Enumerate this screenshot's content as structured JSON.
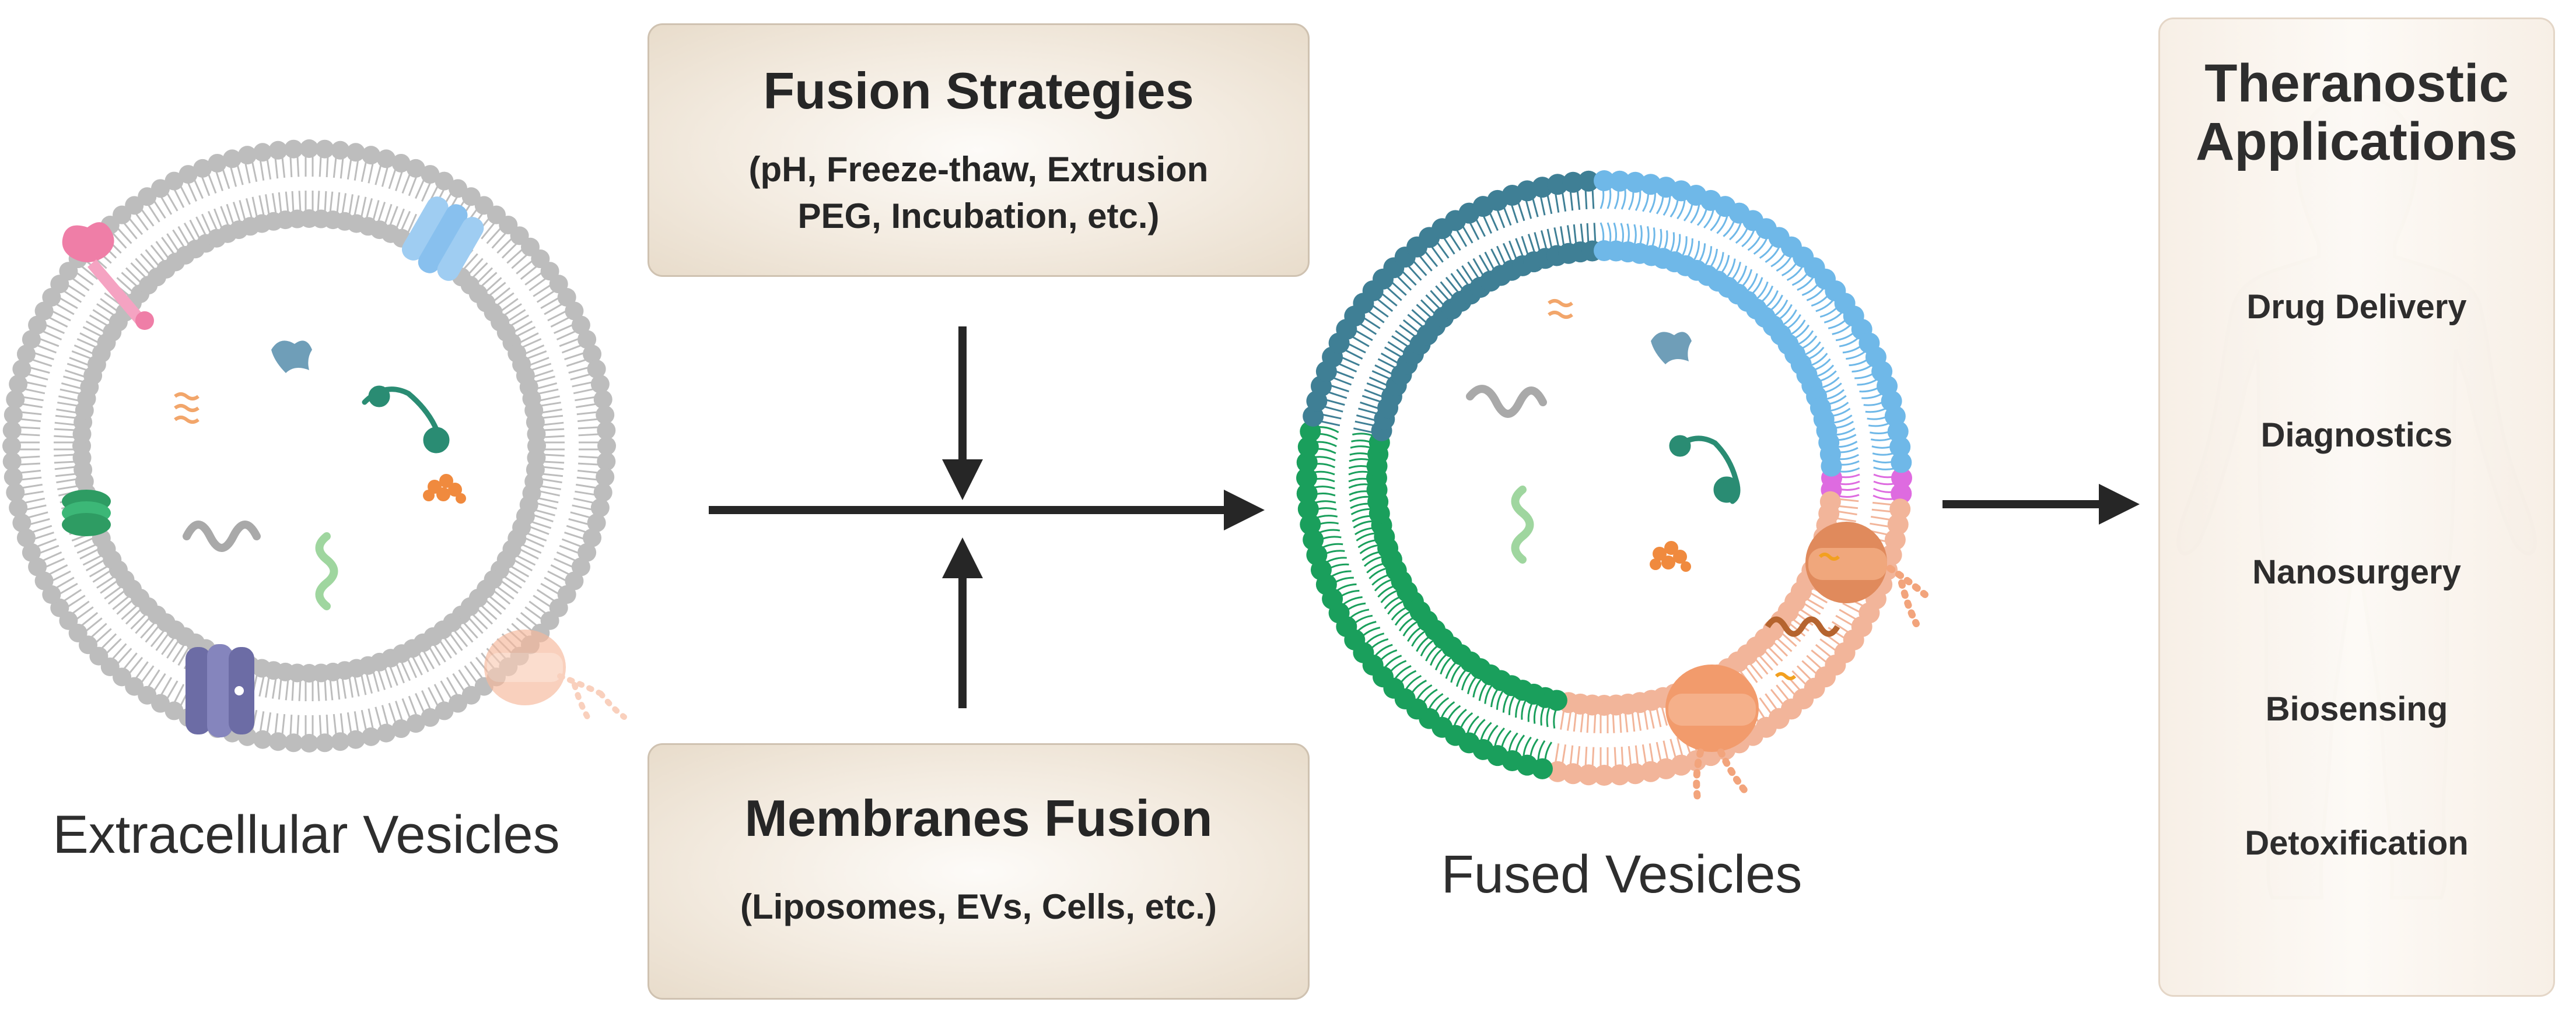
{
  "fusion_strategies": {
    "title": "Fusion Strategies",
    "line1": "(pH, Freeze-thaw, Extrusion",
    "line2": "PEG, Incubation, etc.)"
  },
  "membranes_fusion": {
    "title": "Membranes Fusion",
    "subtitle": "(Liposomes, EVs, Cells, etc.)"
  },
  "labels": {
    "extracellular": "Extracellular Vesicles",
    "fused": "Fused Vesicles"
  },
  "applications": {
    "title_line1": "Theranostic",
    "title_line2": "Applications",
    "items": [
      "Drug Delivery",
      "Diagnostics",
      "Nanosurgery",
      "Biosensing",
      "Detoxification"
    ]
  },
  "colors": {
    "lipid_grey": "#bdbdbd",
    "lipid_teal": "#3f7f95",
    "lipid_green": "#1a9f5c",
    "lipid_light_blue": "#6fb8e8",
    "lipid_pink": "#de6be0",
    "lipid_peach": "#f2b59a",
    "arrow": "#262626"
  }
}
